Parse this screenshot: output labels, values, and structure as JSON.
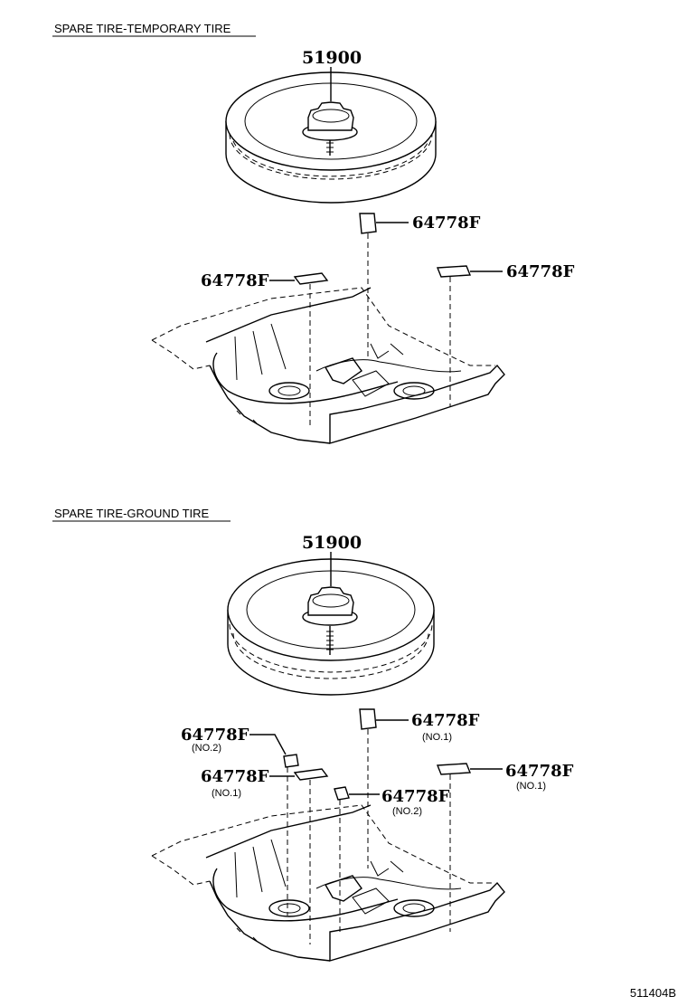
{
  "sections": [
    {
      "title": "SPARE TIRE-TEMPORARY TIRE",
      "tire_part": "51900",
      "callouts": [
        {
          "part": "64778F",
          "note": ""
        },
        {
          "part": "64778F",
          "note": ""
        },
        {
          "part": "64778F",
          "note": ""
        }
      ]
    },
    {
      "title": "SPARE TIRE-GROUND TIRE",
      "tire_part": "51900",
      "callouts": [
        {
          "part": "64778F",
          "note": "(NO.1)"
        },
        {
          "part": "64778F",
          "note": "(NO.2)"
        },
        {
          "part": "64778F",
          "note": "(NO.1)"
        },
        {
          "part": "64778F",
          "note": "(NO.2)"
        },
        {
          "part": "64778F",
          "note": "(NO.1)"
        }
      ]
    }
  ],
  "illustration_code": "511404B"
}
